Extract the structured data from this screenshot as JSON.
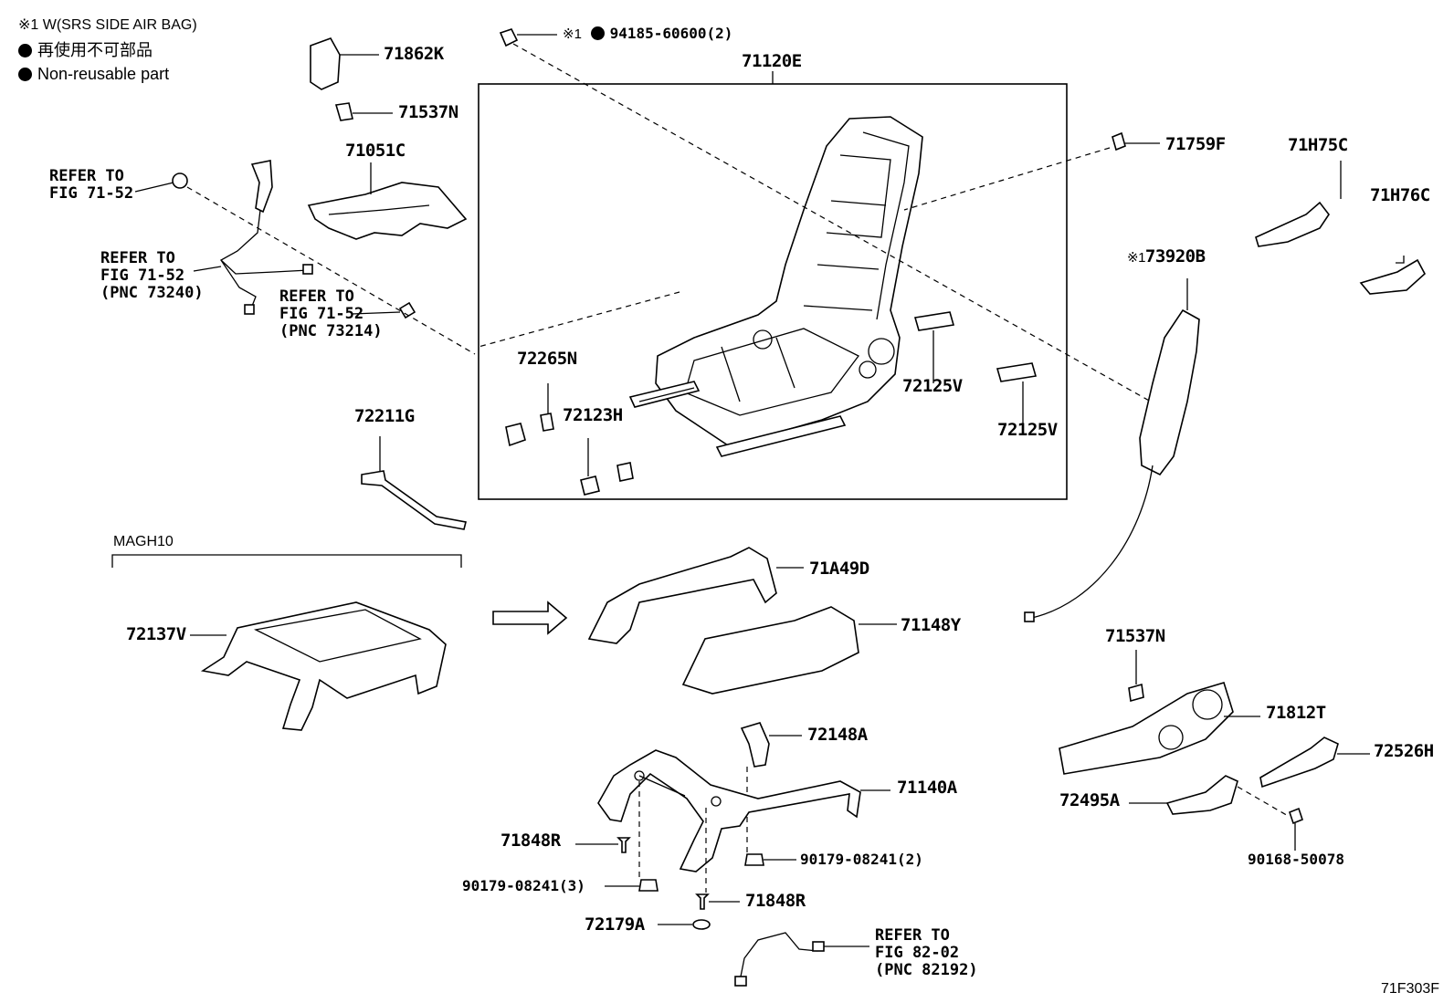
{
  "legend": {
    "note": "※1 W(SRS SIDE AIR BAG)",
    "jp": "再使用不可部品",
    "en": "Non-reusable part"
  },
  "labels": {
    "p71862K": "71862K",
    "p71537N_top": "71537N",
    "p71051C": "71051C",
    "p71120E": "71120E",
    "p94185": "94185-60600(2)",
    "p94185_mark": "※1",
    "p71759F": "71759F",
    "p71H75C": "71H75C",
    "p71H76C": "71H76C",
    "p73920B": "73920B",
    "p73920B_mark": "※1",
    "p72265N": "72265N",
    "p72123H": "72123H",
    "p72125V_a": "72125V",
    "p72125V_b": "72125V",
    "p72211G": "72211G",
    "magh10": "MAGH10",
    "p72137V": "72137V",
    "p71A49D": "71A49D",
    "p71148Y": "71148Y",
    "p71537N_bot": "71537N",
    "p71812T": "71812T",
    "p72526H": "72526H",
    "p72495A": "72495A",
    "p90168": "90168-50078",
    "p72148A": "72148A",
    "p71140A": "71140A",
    "p71848R_a": "71848R",
    "p90179_2": "90179-08241(2)",
    "p90179_3": "90179-08241(3)",
    "p71848R_b": "71848R",
    "p72179A": "72179A",
    "figcode": "71F303F"
  },
  "refs": {
    "r1": [
      "REFER TO",
      "FIG 71-52"
    ],
    "r2": [
      "REFER TO",
      "FIG 71-52",
      "(PNC 73240)"
    ],
    "r3": [
      "REFER TO",
      "FIG 71-52",
      "(PNC 73214)"
    ],
    "r4": [
      "REFER TO",
      "FIG 82-02",
      "(PNC 82192)"
    ]
  }
}
